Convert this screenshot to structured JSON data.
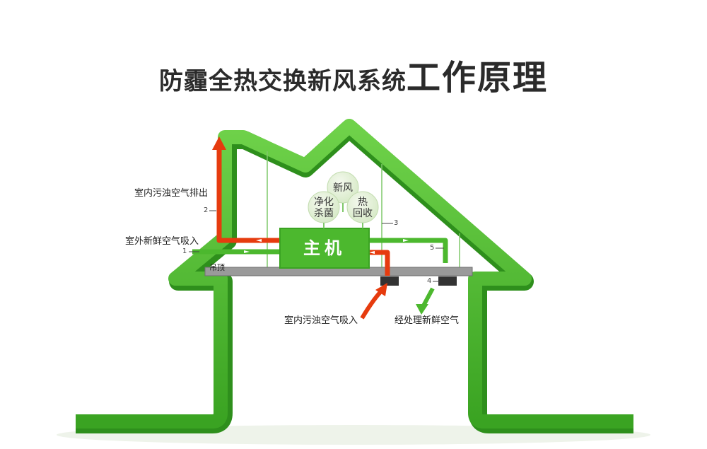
{
  "title": {
    "main": "防霾全热交换新风系统",
    "emphasis": "工作原理"
  },
  "host": {
    "label": "主机"
  },
  "functions": [
    "新风",
    "净化\n杀菌",
    "热\n回收"
  ],
  "flows": {
    "exhaust": "室内污浊空气排出",
    "fresh_in": "室外新鲜空气吸入",
    "indoor_in": "室内污浊空气吸入",
    "treated_out": "经处理新鲜空气"
  },
  "ceiling": "吊顶",
  "markers": [
    "1",
    "2",
    "3",
    "4",
    "5"
  ],
  "colors": {
    "green": "#4cb82e",
    "dark_green": "#2e8f1c",
    "red": "#e63b0e",
    "gray": "#9a9a9a"
  }
}
